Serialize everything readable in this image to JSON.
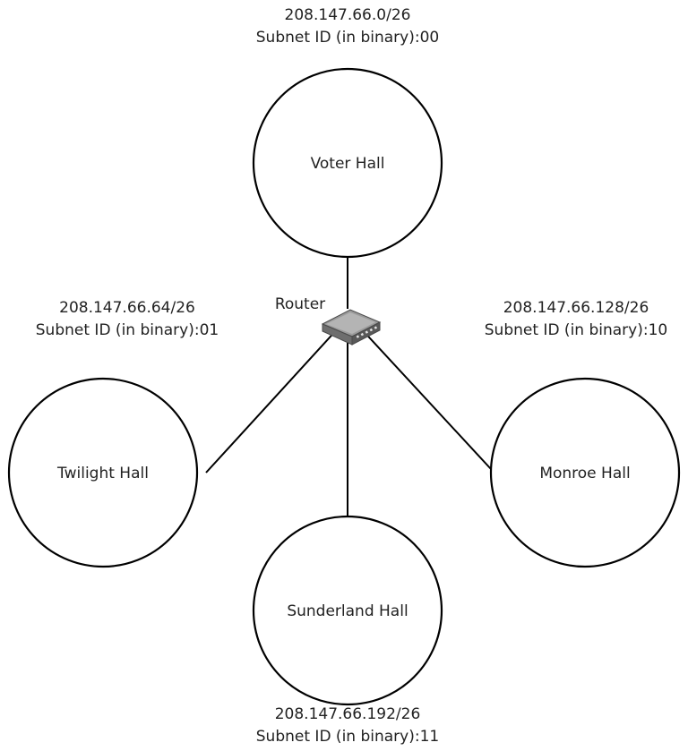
{
  "router": {
    "label": "Router",
    "icon": "router-icon"
  },
  "subnets": {
    "voter": {
      "hall": "Voter Hall",
      "network": "208.147.66.0/26",
      "subnet_id": "Subnet ID (in binary):00"
    },
    "twilight": {
      "hall": "Twilight Hall",
      "network": "208.147.66.64/26",
      "subnet_id": "Subnet ID (in binary):01"
    },
    "monroe": {
      "hall": "Monroe Hall",
      "network": "208.147.66.128/26",
      "subnet_id": "Subnet ID (in binary):10"
    },
    "sunderland": {
      "hall": "Sunderland Hall",
      "network": "208.147.66.192/26",
      "subnet_id": "Subnet ID (in binary):11"
    }
  }
}
